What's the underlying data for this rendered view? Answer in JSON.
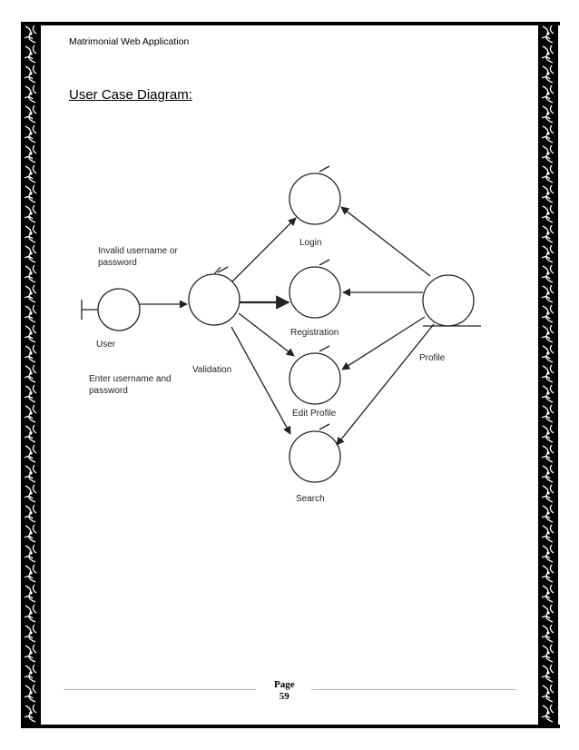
{
  "header": {
    "doc_title": "Matrimonial Web Application"
  },
  "section_title": "User Case Diagram:",
  "diagram": {
    "labels": {
      "invalid_1": "Invalid username or",
      "invalid_2": "password",
      "user": "User",
      "enter_1": "Enter username and",
      "enter_2": "password",
      "validation": "Validation",
      "login": "Login",
      "registration": "Registration",
      "edit_profile": "Edit Profile",
      "search": "Search",
      "profile": "Profile"
    }
  },
  "footer": {
    "page_label": "Page",
    "page_number": "59"
  }
}
